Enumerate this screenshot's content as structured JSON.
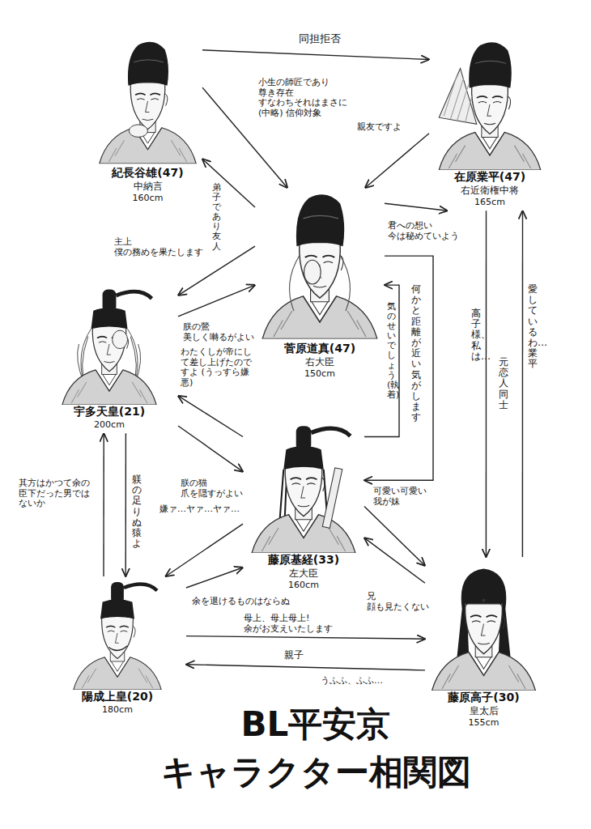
{
  "diagram": {
    "title": "BL平安京 キャラクター相関図",
    "nodes": [
      {
        "text": [
          "紀長谷雄(47)",
          "中納言",
          "160cm"
        ]
      },
      {
        "text": [
          "在原業平(47)",
          "右近衛権中将",
          "165cm"
        ]
      },
      {
        "text": [
          "菅原道真(47)",
          "右大臣",
          "150cm"
        ]
      },
      {
        "text": [
          "宇多天皇(21)",
          "200cm"
        ]
      },
      {
        "text": [
          "藤原基経(33)",
          "左大臣",
          "160cm"
        ]
      },
      {
        "text": [
          "陽成上皇(20)",
          "180cm"
        ]
      },
      {
        "text": [
          "藤原高子(30)",
          "皇太后",
          "155cm"
        ]
      }
    ],
    "edges": [
      {
        "from": 0,
        "to": 1,
        "label": "同担拒否",
        "arrow": "to"
      },
      {
        "from": 0,
        "to": 2,
        "label": "小生の師匠であり 尊き存在 すなわちそれはまさに (中略) 信仰対象",
        "arrow": "to"
      },
      {
        "from": 2,
        "to": 0,
        "label": "弟子であり友人",
        "arrow": "to"
      },
      {
        "from": 1,
        "to": 2,
        "label": "親友ですよ",
        "arrow": "to"
      },
      {
        "from": 2,
        "to": 1,
        "label": "君への想い 今は秘めていよう",
        "arrow": "to"
      },
      {
        "from": 2,
        "to": 3,
        "label": "主上 僕の務めを果たします",
        "arrow": "to"
      },
      {
        "from": 3,
        "to": 2,
        "label": "朕の鶯 美しく囀るがよい",
        "arrow": "to"
      },
      {
        "from": 4,
        "to": 2,
        "label": "気のせいでしょう(執着)",
        "arrow": "to"
      },
      {
        "from": 2,
        "to": 4,
        "label": "何かと距離が近い気がします",
        "arrow": "to"
      },
      {
        "from": 4,
        "to": 3,
        "label": "わたくしが帝にして差し上げたのですよ (うっすら嫌悪)",
        "arrow": "to"
      },
      {
        "from": 3,
        "to": 4,
        "label": "朕の猫 爪を隠すがよい",
        "arrow": "to"
      },
      {
        "from": 3,
        "to": 5,
        "label": "躾の足りぬ猿よ",
        "arrow": "to"
      },
      {
        "from": 5,
        "to": 3,
        "label": "其方はかつて余の臣下だった男ではないか",
        "arrow": "to"
      },
      {
        "from": 4,
        "to": 5,
        "label": "嫌ァ…ヤァ…ヤァ…",
        "arrow": "to"
      },
      {
        "from": 5,
        "to": 4,
        "label": "余を退けるものはならぬ",
        "arrow": "to"
      },
      {
        "from": 5,
        "to": 6,
        "label": "母上、母上母上! 余がお支えいたします",
        "arrow": "to"
      },
      {
        "from": 6,
        "to": 5,
        "label": "うふふ、ふふ…",
        "arrow": "to"
      },
      {
        "from": 1,
        "to": 6,
        "label": "高子様、私は…",
        "arrow": "to"
      },
      {
        "from": 6,
        "to": 1,
        "label": "愛しているわ…業平",
        "arrow": "to"
      },
      {
        "from": 4,
        "to": 6,
        "label": "可愛い可愛い我が妹",
        "arrow": "to"
      },
      {
        "from": 6,
        "to": 4,
        "label": "兄 顔も見たくない",
        "arrow": "to"
      }
    ],
    "labels": [
      "元恋人同士",
      "親子"
    ]
  }
}
